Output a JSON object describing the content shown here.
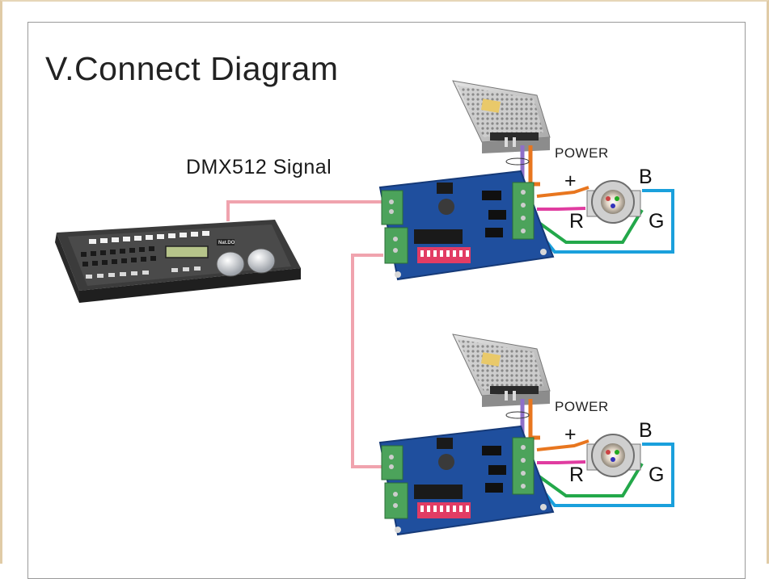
{
  "title": "V.Connect Diagram",
  "signal_label": "DMX512 Signal",
  "units": [
    {
      "power_label": "POWER",
      "led_labels": {
        "plus": "+",
        "r": "R",
        "b": "B",
        "g": "G"
      }
    },
    {
      "power_label": "POWER",
      "led_labels": {
        "plus": "+",
        "r": "R",
        "b": "B",
        "g": "G"
      }
    }
  ],
  "controller": {
    "brand": "Nat.DO"
  },
  "colors": {
    "dmx_wire": "#f0a3ae",
    "power_wire_a": "#8e6fc9",
    "power_wire_b": "#e8761f",
    "wire_r": "#e03ca0",
    "wire_g": "#23a84a",
    "wire_b": "#1aa0dc",
    "board": "#1f4f9e"
  }
}
